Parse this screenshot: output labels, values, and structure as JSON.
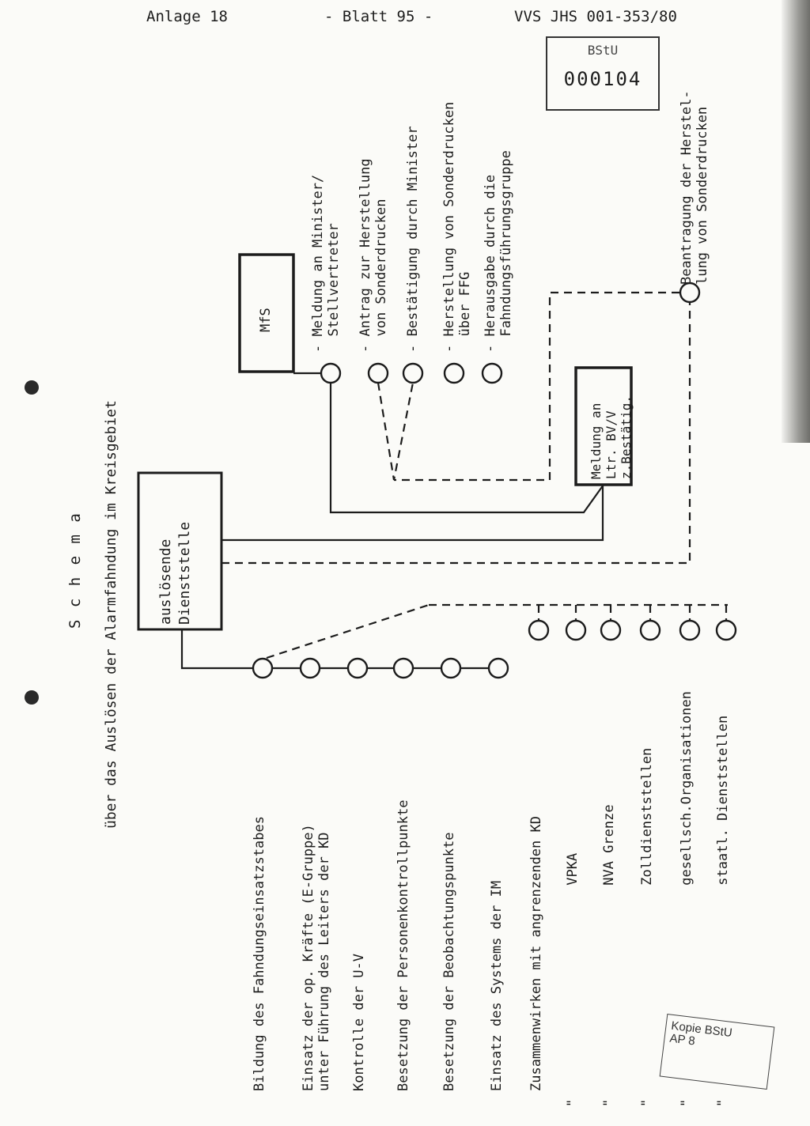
{
  "header": {
    "left": "Anlage 18",
    "center": "- Blatt 95 -",
    "right": "VVS JHS 001-353/80"
  },
  "stamp": {
    "line1": "BStU",
    "line2": "000104"
  },
  "title": "S c h e m a",
  "subtitle": "über das Auslösen der Alarmfahndung im Kreisgebiet",
  "boxes": {
    "ausloesende": [
      "auslösende",
      "Dienststelle"
    ],
    "mfs": "MfS",
    "meldung": [
      "Meldung an",
      "Ltr. BV/V",
      "z.Bestätig."
    ]
  },
  "mfs_steps": [
    [
      "- Meldung an Minister/",
      "  Stellvertreter"
    ],
    [
      "- Antrag zur Herstellung",
      "  von Sonderdrucken"
    ],
    [
      "- Bestätigung durch Minister"
    ],
    [
      "- Herstellung von Sonderdrucken",
      "  über FFG"
    ],
    [
      "- Herausgabe durch die",
      "  Fahndungsführungsgruppe"
    ]
  ],
  "beantragung": [
    "Beantragung der Herstel-",
    "lung von Sonderdrucken"
  ],
  "measures": [
    [
      "Bildung des Fahndungseinsatzstabes"
    ],
    [
      "Einsatz der op. Kräfte (E-Gruppe)",
      "unter Führung des Leiters der KD"
    ],
    [
      "Kontrolle der U-V"
    ],
    [
      "Besetzung der Personenkontrollpunkte"
    ],
    [
      "Besetzung der Beobachtungspunkte"
    ],
    [
      "Einsatz des Systems der IM"
    ]
  ],
  "cooperation": [
    {
      "prefix": "",
      "label": "Zusammenwirken mit angrenzenden KD"
    },
    {
      "prefix": "\"",
      "label": "VPKA"
    },
    {
      "prefix": "\"",
      "label": "NVA Grenze"
    },
    {
      "prefix": "\"",
      "label": "Zolldienststellen"
    },
    {
      "prefix": "\"",
      "label": "gesellsch.Organisationen"
    },
    {
      "prefix": "\"",
      "label": "staatl. Dienststellen"
    }
  ],
  "kopie": [
    "Kopie BStU",
    "AP 8"
  ]
}
